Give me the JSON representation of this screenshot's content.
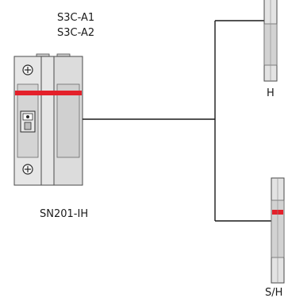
{
  "diagram": {
    "top_labels": [
      "S3C-A1",
      "S3C-A2"
    ],
    "breaker_label": "SN201-IH",
    "upper_device_label": "H",
    "lower_device_label": "S/H"
  },
  "colors": {
    "line": "#1a1a1a",
    "body_light": "#e6e6e6",
    "body_mid": "#d6d6d6",
    "body_dark": "#c2c2c2",
    "outline": "#4a4a4a",
    "red_stripe": "#e4202a",
    "text": "#1a1a1a"
  },
  "icons": {
    "terminal_screw": "screw-icon",
    "toggle_lever": "lever-icon"
  }
}
